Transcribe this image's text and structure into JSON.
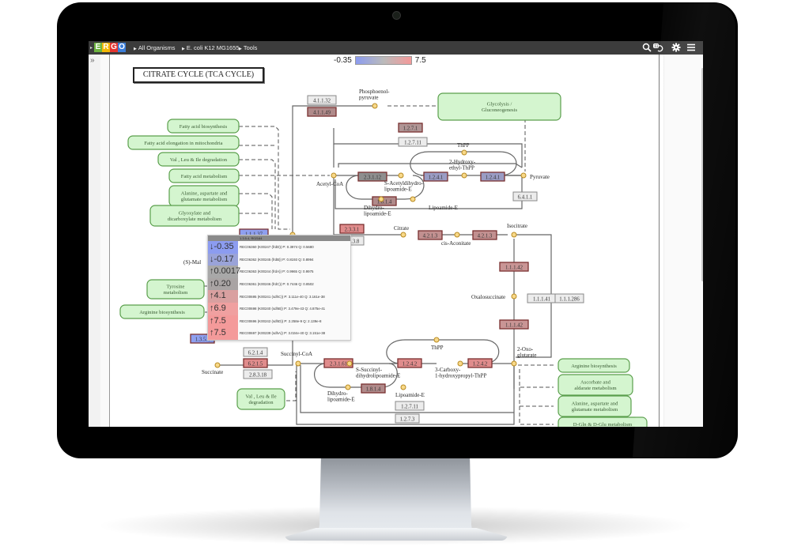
{
  "app": {
    "logo_letters": [
      "E",
      "R",
      "G",
      "O"
    ],
    "logo_colors": [
      "#6db33f",
      "#f2b705",
      "#e3342f",
      "#3b7dd8"
    ],
    "breadcrumbs": [
      "All Organisms",
      "E. coli K12 MG1655",
      "Tools"
    ],
    "toolbar_icons": [
      "search-icon",
      "brain-icon",
      "gear-icon",
      "menu-icon"
    ],
    "sidebar_toggle": "»"
  },
  "legend": {
    "min_label": "-0.35",
    "max_label": "7.5",
    "min_color": "#8c9cf0",
    "max_color": "#f49a9a"
  },
  "map": {
    "title": "CITRATE  CYCLE  (TCA CYCLE)",
    "pathway_links": [
      {
        "id": "fa-bio",
        "label": "Fatty acid biosynthesis"
      },
      {
        "id": "fa-elong",
        "label": "Fatty acid elongation in mitochondria"
      },
      {
        "id": "vli-deg-1",
        "label": "Val , Leu & Ile degradation"
      },
      {
        "id": "fa-met",
        "label": "Fatty acid metabolism"
      },
      {
        "id": "ala-asp-1",
        "label": "Alanine, aspartate and glutamate metabolism"
      },
      {
        "id": "glyox",
        "label": "Glyoxylate and dicarboxylate metabolism"
      },
      {
        "id": "tyr",
        "label": "Tyrosine metabolism"
      },
      {
        "id": "arg-1",
        "label": "Arginine biosynthesis"
      },
      {
        "id": "vli-deg-2",
        "label": "Val , Leu & Ile degradation"
      },
      {
        "id": "glyco",
        "label": "Glycolysis / Gluconeogenesis"
      },
      {
        "id": "arg-2",
        "label": "Arginine biosynthesis"
      },
      {
        "id": "asc",
        "label": "Ascorbate and aldarate metabolism"
      },
      {
        "id": "ala-asp-2",
        "label": "Alanine, aspartate and glutamate metabolism"
      },
      {
        "id": "dgln",
        "label": "D-Gln & D-Glu metabolism"
      }
    ],
    "compounds": [
      {
        "id": "pep",
        "label": "Phosphoenol-pyruvate"
      },
      {
        "id": "acetylcoa",
        "label": "Acetyl-CoA"
      },
      {
        "id": "pyruvate",
        "label": "Pyruvate"
      },
      {
        "id": "thpp1",
        "label": "ThPP"
      },
      {
        "id": "hethpp",
        "label": "2-Hydroxy-ethyl-ThPP"
      },
      {
        "id": "sacetyl",
        "label": "S-Acetyldihydro-lipoamide-E"
      },
      {
        "id": "dihydro1",
        "label": "Dihydro-lipoamide-E"
      },
      {
        "id": "lipoamide1",
        "label": "Lipoamide-E"
      },
      {
        "id": "citrate",
        "label": "Citrate"
      },
      {
        "id": "cisaconitate",
        "label": "cis-Aconitate"
      },
      {
        "id": "isocitrate",
        "label": "Isocitrate"
      },
      {
        "id": "oxalosuccinate",
        "label": "Oxalosuccinate"
      },
      {
        "id": "oxoglutarate",
        "label": "2-Oxo-glutarate"
      },
      {
        "id": "malate",
        "label": "(S)-Mal"
      },
      {
        "id": "succinate",
        "label": "Succinate"
      },
      {
        "id": "succinylcoa",
        "label": "Succinyl-CoA"
      },
      {
        "id": "ssuccinyl",
        "label": "S-Succinyl-dihydrolipoamide-E"
      },
      {
        "id": "thpp2",
        "label": "ThPP"
      },
      {
        "id": "carboxy",
        "label": "3-Carboxy-1-hydroxypropyl-ThPP"
      },
      {
        "id": "dihydro2",
        "label": "Dihydro-lipoamide-E"
      },
      {
        "id": "lipoamide2",
        "label": "Lipoamide-E"
      }
    ],
    "enzymes": [
      {
        "ec": "4.1.1.32",
        "color": "#ececec"
      },
      {
        "ec": "4.1.1.49",
        "color": "#b08a8a"
      },
      {
        "ec": "1.2.7.1",
        "color": "#b09595"
      },
      {
        "ec": "1.2.7.11",
        "color": "#ececec"
      },
      {
        "ec": "2.3.1.12",
        "color": "#8e8e8e"
      },
      {
        "ec": "1.2.4.1",
        "color": "#9a9cc4"
      },
      {
        "ec": "1.2.4.1",
        "color": "#9a9cc4"
      },
      {
        "ec": "1.8.1.4",
        "color": "#b08a8a"
      },
      {
        "ec": "6.4.1.1",
        "color": "#ececec"
      },
      {
        "ec": "2.3.3.1",
        "color": "#e08c8c"
      },
      {
        "ec": "2.3.3.8",
        "color": "#ececec"
      },
      {
        "ec": "4.2.1.3",
        "color": "#c29090"
      },
      {
        "ec": "4.2.1.3",
        "color": "#c29090"
      },
      {
        "ec": "1.1.1.42",
        "color": "#c99595"
      },
      {
        "ec": "1.1.1.42",
        "color": "#c99595"
      },
      {
        "ec": "1.1.1.41",
        "color": "#ececec"
      },
      {
        "ec": "1.1.1.286",
        "color": "#ececec"
      },
      {
        "ec": "1.1.1.37",
        "color": "#8fa0f0"
      },
      {
        "ec": "1.3.5.4",
        "color": "#8fa0f0"
      },
      {
        "ec": "6.2.1.4",
        "color": "#ececec"
      },
      {
        "ec": "6.2.1.5",
        "color": "#e08c8c"
      },
      {
        "ec": "2.8.3.18",
        "color": "#ececec"
      },
      {
        "ec": "2.3.1.61",
        "color": "#e08c8c"
      },
      {
        "ec": "1.2.4.2",
        "color": "#e08c8c"
      },
      {
        "ec": "1.2.4.2",
        "color": "#e08c8c"
      },
      {
        "ec": "1.8.1.4",
        "color": "#b08a8a"
      },
      {
        "ec": "1.2.7.11",
        "color": "#ececec"
      },
      {
        "ec": "1.2.7.3",
        "color": "#ececec"
      }
    ]
  },
  "tooltip": {
    "header": "1.3.5.4, R02164",
    "rows": [
      {
        "direction": "down",
        "value": "-0.35",
        "color": "#8c9cf0",
        "text": "REC06360 (K00247 (frdD)) P: 0.3974 Q: 0.5680"
      },
      {
        "direction": "down",
        "value": "-0.17",
        "color": "#9aa3d8",
        "text": "REC06362 (K00245 (frdB)) P: 0.8193 Q: 0.8994"
      },
      {
        "direction": "up",
        "value": "0.0017",
        "color": "#a8a8a8",
        "text": "REC06363 (K00244 (frdA)) P: 0.9965 Q: 0.9975"
      },
      {
        "direction": "up",
        "value": "0.20",
        "color": "#a9a4a4",
        "text": "REC06361 (K00246 (frdC)) P: 0.7446 Q: 0.8502"
      },
      {
        "direction": "up",
        "value": "4.1",
        "color": "#d9a0a0",
        "text": "REC00695 (K00241 (sdhC)) P: 3.111e-40 Q: 3.161e-38"
      },
      {
        "direction": "up",
        "value": "6.9",
        "color": "#f0a0a0",
        "text": "REC00698 (K00240 (sdhB)) P: 3.479e-43 Q: 4.875e-41"
      },
      {
        "direction": "up",
        "value": "7.5",
        "color": "#f49a9a",
        "text": "REC00696 (K00242 (sdhD)) P: 2.258e-9 Q: 2.139e-8"
      },
      {
        "direction": "up",
        "value": "7.5",
        "color": "#f49a9a",
        "text": "REC00697 (K00239 (sdhA)) P: 3.024e-40 Q: 3.151e-38"
      }
    ]
  }
}
